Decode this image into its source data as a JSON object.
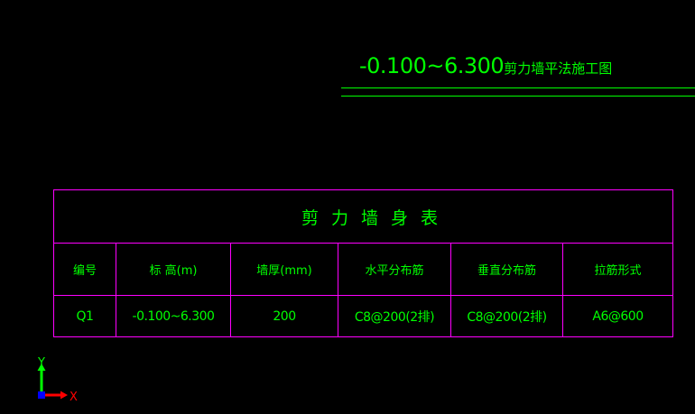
{
  "drawing": {
    "title_elevation": "-0.100~6.300",
    "title_suffix": "剪力墙平法施工图"
  },
  "table": {
    "title": "剪力墙身表",
    "headers": [
      "编号",
      "标 高(m)",
      "墙厚(mm)",
      "水平分布筋",
      "垂直分布筋",
      "拉筋形式"
    ],
    "rows": [
      [
        "Q1",
        "-0.100~6.300",
        "200",
        "C8@200(2排)",
        "C8@200(2排)",
        "A6@600"
      ]
    ]
  },
  "ucs": {
    "x_label": "X",
    "y_label": "Y"
  },
  "colors": {
    "background": "#000000",
    "text": "#00ff00",
    "table_lines": "#ff00ff",
    "title_lines": "#00ff00",
    "ucs_x": "#ff0000",
    "ucs_y": "#00ff00",
    "ucs_origin": "#0000ff"
  }
}
